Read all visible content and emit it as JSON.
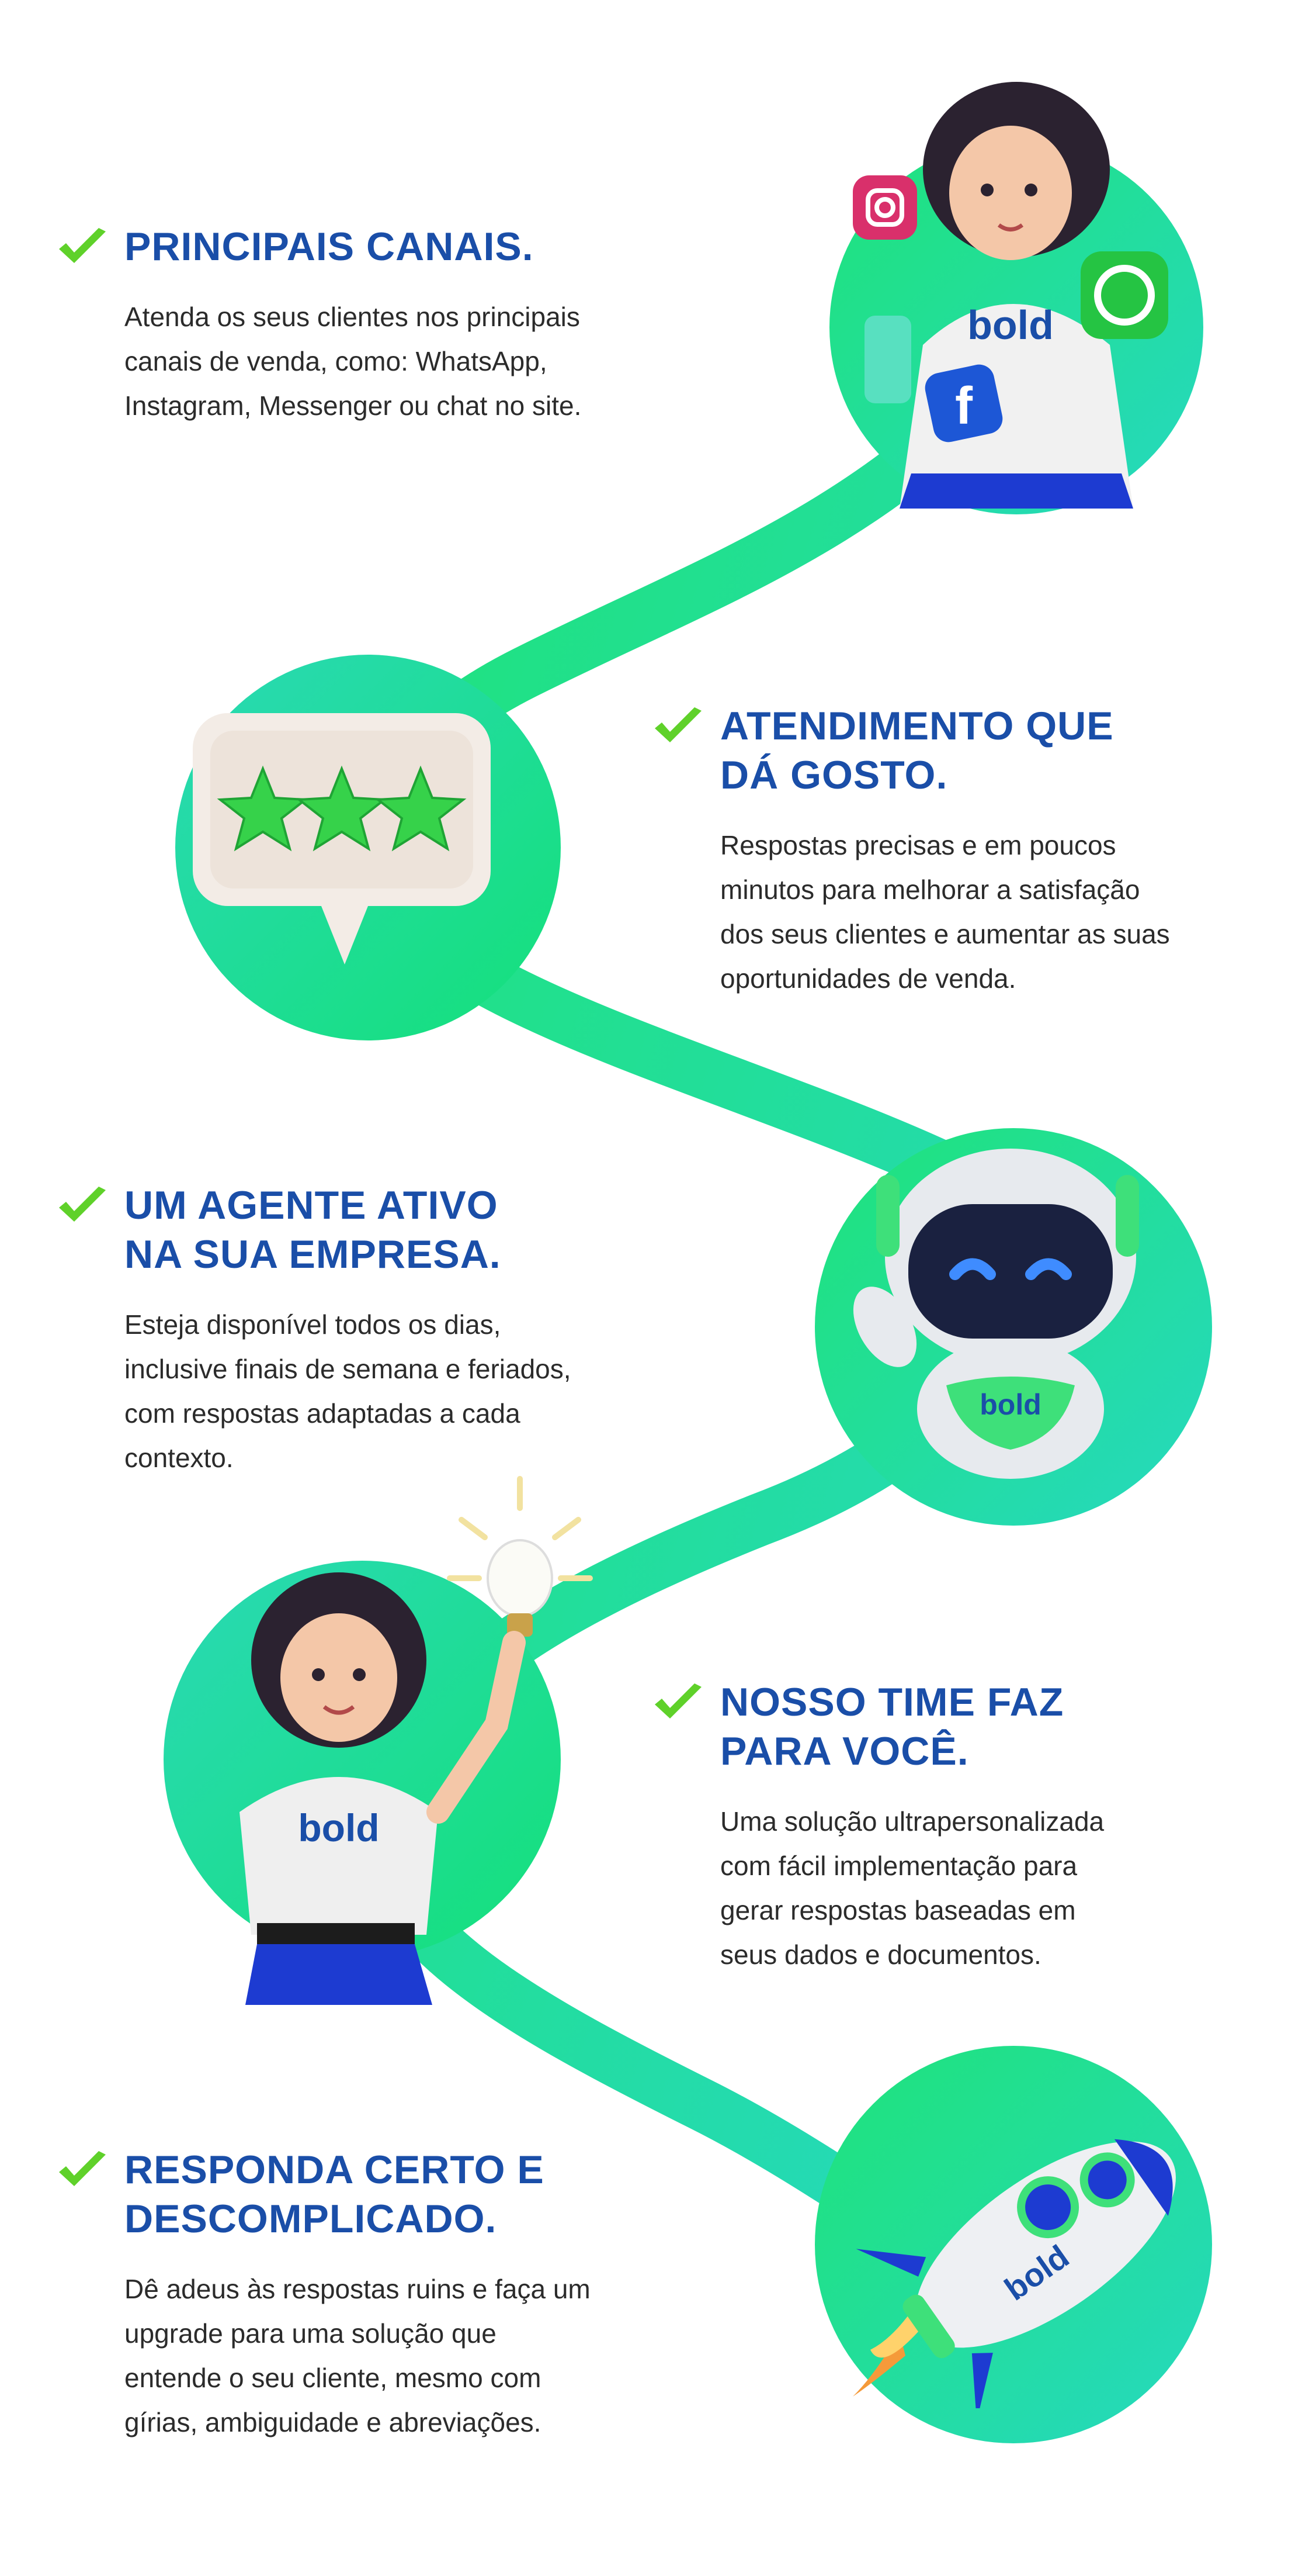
{
  "colors": {
    "accent": "#1a4ea8",
    "green": "#14e07a",
    "teal": "#2ad9b5",
    "check": "#5fd12a"
  },
  "features": [
    {
      "title": [
        "PRINCIPAIS CANAIS."
      ],
      "description": [
        "Atenda os seus clientes nos principais",
        "canais de venda, como: WhatsApp,",
        "Instagram, Messenger ou chat no site."
      ],
      "icon": "check-icon"
    },
    {
      "title": [
        "ATENDIMENTO QUE",
        "DÁ GOSTO."
      ],
      "description": [
        "Respostas precisas e em poucos",
        "minutos para melhorar a satisfação",
        "dos seus clientes e aumentar as suas",
        "oportunidades de venda."
      ],
      "icon": "check-icon"
    },
    {
      "title": [
        "UM AGENTE ATIVO",
        "NA SUA EMPRESA."
      ],
      "description": [
        "Esteja disponível todos os dias,",
        "inclusive finais de semana e feriados,",
        "com respostas adaptadas a cada",
        "contexto."
      ],
      "icon": "check-icon"
    },
    {
      "title": [
        "NOSSO TIME FAZ",
        "PARA VOCÊ."
      ],
      "description": [
        "Uma solução ultrapersonalizada",
        "com fácil implementação para",
        "gerar respostas baseadas em",
        "seus dados e documentos."
      ],
      "icon": "check-icon"
    },
    {
      "title": [
        "RESPONDA CERTO E",
        "DESCOMPLICADO."
      ],
      "description": [
        "Dê adeus às respostas ruins e faça um",
        "upgrade para uma solução que",
        "entende o seu cliente, mesmo com",
        "gírias, ambiguidade e abreviações."
      ],
      "icon": "check-icon"
    }
  ],
  "brand": {
    "shirt_logo": "bold"
  },
  "illustrations": [
    "woman-with-phone-illustration",
    "star-rating-bubble-illustration",
    "robot-agent-illustration",
    "woman-with-lightbulb-illustration",
    "rocket-illustration"
  ]
}
